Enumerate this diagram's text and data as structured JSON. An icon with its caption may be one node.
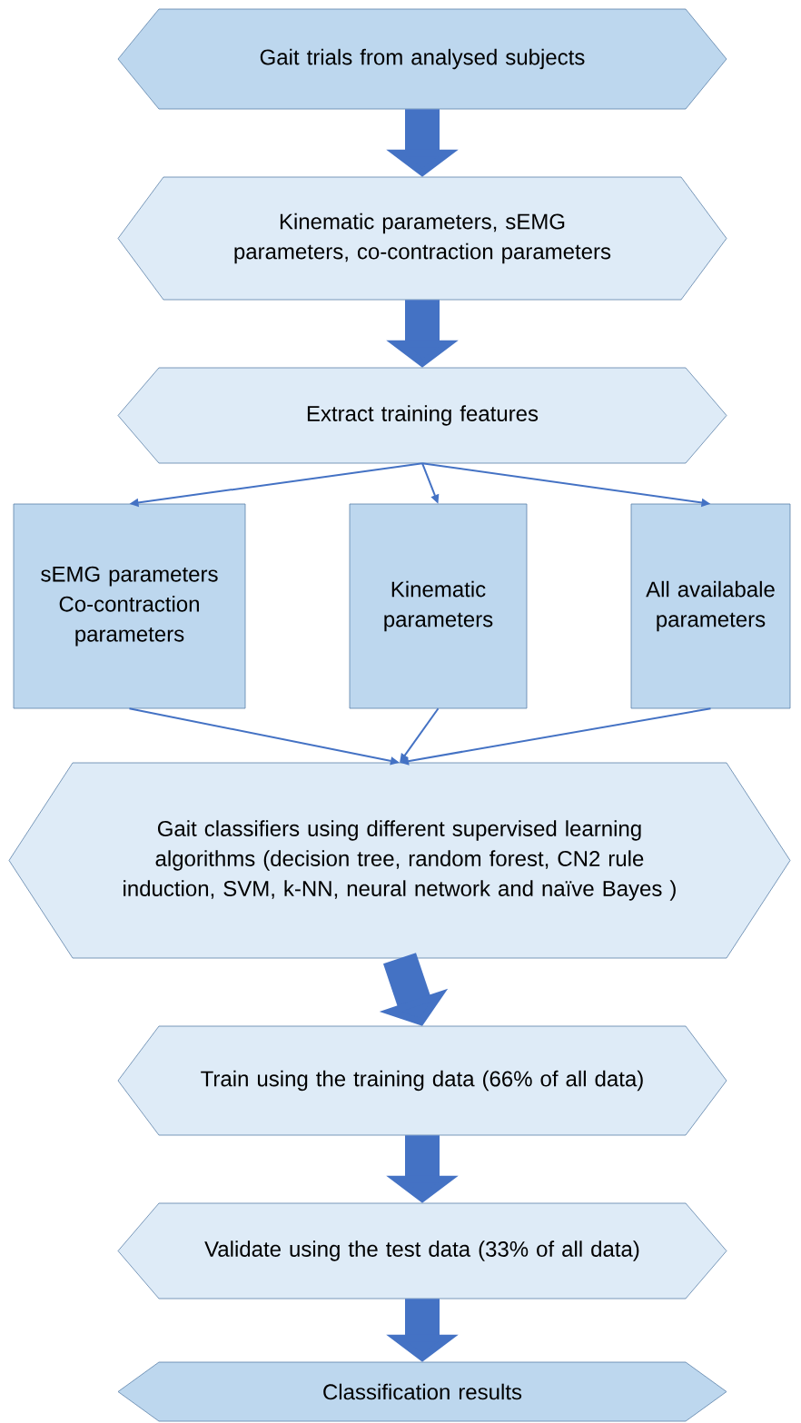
{
  "diagram": {
    "nodes": [
      {
        "text": [
          "Gait trials from analysed subjects"
        ]
      },
      {
        "text": [
          "Kinematic parameters, sEMG parameters, co-contraction parameters"
        ]
      },
      {
        "text": [
          "Extract training features"
        ]
      },
      {
        "text": [
          "sEMG parameters",
          "Co-contraction parameters"
        ]
      },
      {
        "text": [
          "Kinematic parameters"
        ]
      },
      {
        "text": [
          "All availabale parameters"
        ]
      },
      {
        "text": [
          "Gait classifiers using different supervised learning algorithms (decision tree, random forest, CN2 rule induction, SVM, k-NN, neural network and naïve Bayes )"
        ]
      },
      {
        "text": [
          "Train using the training data (66% of all data)"
        ]
      },
      {
        "text": [
          "Validate using the test data (33% of all data)"
        ]
      },
      {
        "text": [
          "Classification results"
        ]
      }
    ],
    "edges": [
      {
        "from": 0,
        "to": 1,
        "arrow": "to",
        "style": "thick"
      },
      {
        "from": 1,
        "to": 2,
        "arrow": "to",
        "style": "thick"
      },
      {
        "from": 2,
        "to": 3,
        "arrow": "to"
      },
      {
        "from": 2,
        "to": 4,
        "arrow": "to"
      },
      {
        "from": 2,
        "to": 5,
        "arrow": "to"
      },
      {
        "from": 3,
        "to": 6,
        "arrow": "to"
      },
      {
        "from": 4,
        "to": 6,
        "arrow": "to"
      },
      {
        "from": 5,
        "to": 6,
        "arrow": "to"
      },
      {
        "from": 6,
        "to": 7,
        "arrow": "to",
        "style": "thick"
      },
      {
        "from": 7,
        "to": 8,
        "arrow": "to",
        "style": "thick"
      },
      {
        "from": 8,
        "to": 9,
        "arrow": "to",
        "style": "thick"
      }
    ]
  }
}
